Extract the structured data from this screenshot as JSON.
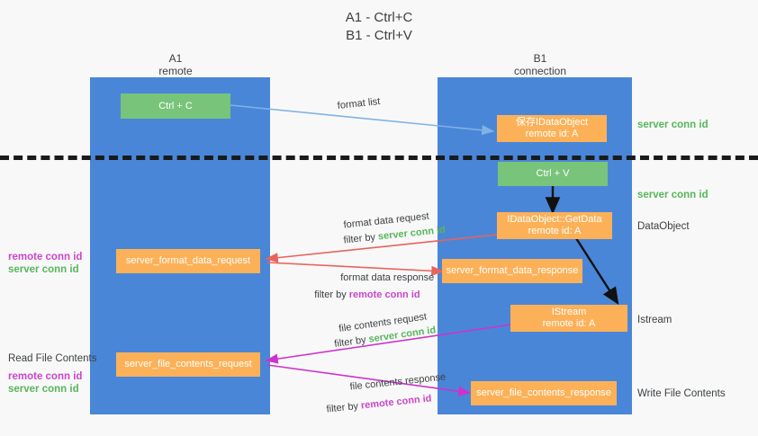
{
  "title": {
    "line1": "A1 - Ctrl+C",
    "line2": "B1 - Ctrl+V"
  },
  "lanes": [
    {
      "id": "a1",
      "name": "A1",
      "sub": "remote"
    },
    {
      "id": "b1",
      "name": "B1",
      "sub": "connection"
    }
  ],
  "nodes": {
    "ctrl_c": "Ctrl + C",
    "ctrl_v": "Ctrl + V",
    "save_idataobject": {
      "line1": "保存IDataObject",
      "line2": "remote id: A"
    },
    "getdata": {
      "line1": "IDataObject::GetData",
      "line2": "remote id: A"
    },
    "istream": {
      "line1": "IStream",
      "line2": "remote id: A"
    },
    "server_format_data_request": "server_format_data_request",
    "server_format_data_response": "server_format_data_response",
    "server_file_contents_request": "server_file_contents_request",
    "server_file_contents_response": "server_file_contents_response"
  },
  "right_labels": {
    "server_conn_id_1": "server conn id",
    "server_conn_id_2": "server conn id",
    "dataobject": "DataObject",
    "istream": "Istream",
    "write_file_contents": "Write File Contents"
  },
  "left_labels": {
    "remote_conn_id_1": "remote conn id",
    "server_conn_id_1": "server conn id",
    "read_file_contents": "Read File Contents",
    "remote_conn_id_2": "remote conn id",
    "server_conn_id_2": "server conn id"
  },
  "edges": {
    "format_list": "format list",
    "format_data_request": "format data request",
    "format_data_request_filter_pre": "filter by ",
    "format_data_request_filter_key": "server conn id",
    "format_data_response": "format data response",
    "format_data_response_filter_pre": "filter by ",
    "format_data_response_filter_key": "remote conn id",
    "file_contents_request": "file contents request",
    "file_contents_request_filter_pre": "filter by ",
    "file_contents_request_filter_key": "server conn id",
    "file_contents_response": "file contents response",
    "file_contents_response_filter_pre": "filter by ",
    "file_contents_response_filter_key": "remote conn id"
  },
  "colors": {
    "lane": "#4a86d8",
    "green_node": "#78c47a",
    "orange_node": "#fcb158",
    "server_conn_id": "#57b65b",
    "remote_conn_id": "#c946c9",
    "arrow_blue": "#7fb2e5",
    "arrow_red": "#e8635c",
    "arrow_magenta": "#cc33cc",
    "arrow_black": "#111111",
    "divider": "#1a1a1a"
  }
}
